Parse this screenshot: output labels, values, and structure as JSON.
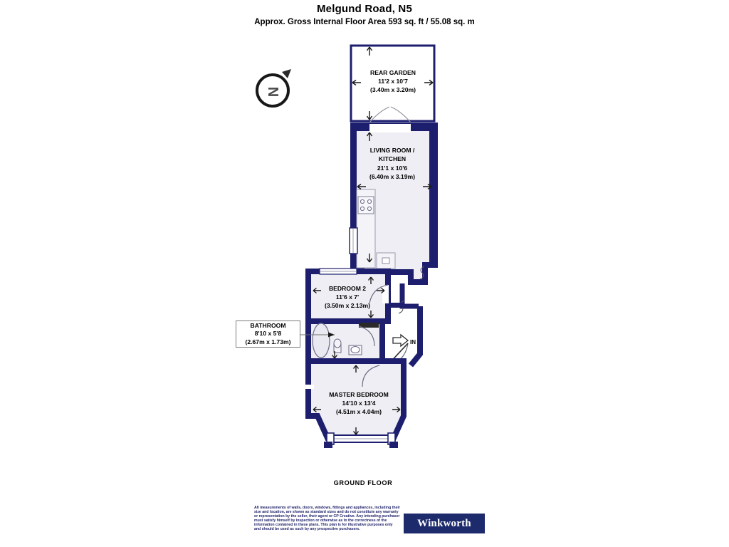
{
  "header": {
    "title": "Melgund Road, N5",
    "subtitle": "Approx. Gross Internal Floor Area 593 sq. ft / 55.08 sq. m"
  },
  "compass": {
    "label": "N",
    "name": "north-indicator"
  },
  "floor_label": "GROUND FLOOR",
  "entrance": {
    "label": "IN"
  },
  "rooms": [
    {
      "key": "rear_garden",
      "name": "REAR GARDEN",
      "imperial": "11'2 x 10'7",
      "metric": "(3.40m x 3.20m)"
    },
    {
      "key": "living_kitchen_a",
      "name": "LIVING ROOM /",
      "name2": "KITCHEN",
      "imperial": "21'1 x 10'6",
      "metric": "(6.40m x 3.19m)"
    },
    {
      "key": "bedroom2",
      "name": "BEDROOM 2",
      "imperial": "11'6 x 7'",
      "metric": "(3.50m x 2.13m)"
    },
    {
      "key": "bathroom",
      "name": "BATHROOM",
      "imperial": "8'10 x 5'8",
      "metric": "(2.67m x 1.73m)"
    },
    {
      "key": "master",
      "name": "MASTER BEDROOM",
      "imperial": "14'10 x 13'4",
      "metric": "(4.51m x 4.04m)"
    }
  ],
  "disclaimer": "All measurements of walls, doors, windows, fittings and appliances, including their size and location, are shown as standard sizes and do not constitute any warranty or representation by the seller, their agent or CP Creative. Any intending purchaser must satisfy himself by inspection or otherwise as to the correctness of the information contained in these plans. This plan is for illustrative purposes only and should be used as such by any prospective purchasers.",
  "brand": {
    "name": "Winkworth"
  },
  "colors": {
    "wall": "#1d1f6e",
    "floor": "#eeeef4",
    "brand_navy": "#1d2a6b",
    "disclaimer_text": "#23256d",
    "fixture_stroke": "#6b6b86"
  }
}
